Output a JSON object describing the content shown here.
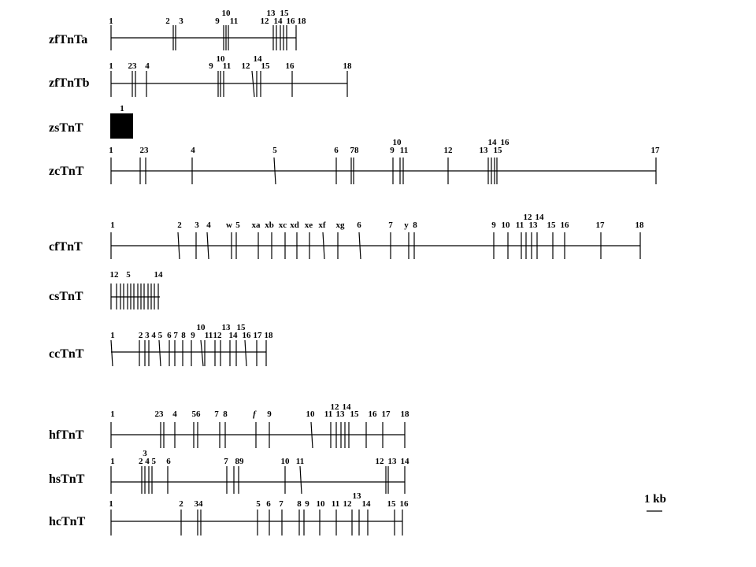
{
  "genes": [
    {
      "name": "zfTnTa",
      "labels": [
        {
          "text": "1",
          "upper": false
        },
        {
          "text": "2",
          "upper": false
        },
        {
          "text": "3",
          "upper": false
        },
        {
          "text": "9",
          "upper": false
        },
        {
          "text": "10",
          "upper": true
        },
        {
          "text": "11",
          "upper": false
        },
        {
          "text": "12",
          "upper": false
        },
        {
          "text": "13",
          "upper": true
        },
        {
          "text": "15",
          "upper": true
        },
        {
          "text": "14",
          "upper": false
        },
        {
          "text": "16",
          "upper": false
        },
        {
          "text": "18",
          "upper": false
        }
      ]
    },
    {
      "name": "zfTnTb",
      "labels": [
        {
          "text": "1",
          "upper": false
        },
        {
          "text": "23",
          "upper": false
        },
        {
          "text": "4",
          "upper": false
        },
        {
          "text": "10",
          "upper": true
        },
        {
          "text": "9",
          "upper": false
        },
        {
          "text": "11",
          "upper": false
        },
        {
          "text": "12",
          "upper": false
        },
        {
          "text": "14",
          "upper": true
        },
        {
          "text": "15",
          "upper": false
        },
        {
          "text": "16",
          "upper": false
        },
        {
          "text": "18",
          "upper": false
        }
      ]
    },
    {
      "name": "zsTnT",
      "labels": [
        {
          "text": "1",
          "upper": false
        }
      ]
    },
    {
      "name": "zcTnT",
      "labels": [
        {
          "text": "1",
          "upper": false
        },
        {
          "text": "23",
          "upper": false
        },
        {
          "text": "4",
          "upper": false
        },
        {
          "text": "5",
          "upper": false
        },
        {
          "text": "6",
          "upper": false
        },
        {
          "text": "78",
          "upper": false
        },
        {
          "text": "10",
          "upper": true
        },
        {
          "text": "9",
          "upper": false
        },
        {
          "text": "11",
          "upper": false
        },
        {
          "text": "12",
          "upper": false
        },
        {
          "text": "13",
          "upper": false
        },
        {
          "text": "15",
          "upper": false
        },
        {
          "text": "14",
          "upper": true
        },
        {
          "text": "16",
          "upper": true
        },
        {
          "text": "17",
          "upper": false
        }
      ]
    },
    {
      "name": "cfTnT",
      "labels": [
        {
          "text": "1",
          "upper": false
        },
        {
          "text": "2",
          "upper": false
        },
        {
          "text": "3",
          "upper": false
        },
        {
          "text": "4",
          "upper": false
        },
        {
          "text": "w",
          "upper": false
        },
        {
          "text": "5",
          "upper": false
        },
        {
          "text": "xa",
          "upper": false
        },
        {
          "text": "xb",
          "upper": false
        },
        {
          "text": "xc",
          "upper": false
        },
        {
          "text": "xd",
          "upper": false
        },
        {
          "text": "xe",
          "upper": false
        },
        {
          "text": "xf",
          "upper": false
        },
        {
          "text": "xg",
          "upper": false
        },
        {
          "text": "6",
          "upper": false
        },
        {
          "text": "7",
          "upper": false
        },
        {
          "text": "y",
          "upper": false
        },
        {
          "text": "8",
          "upper": false
        },
        {
          "text": "9",
          "upper": false
        },
        {
          "text": "10",
          "upper": false
        },
        {
          "text": "11",
          "upper": false
        },
        {
          "text": "12",
          "upper": true
        },
        {
          "text": "14",
          "upper": true
        },
        {
          "text": "13",
          "upper": false
        },
        {
          "text": "15",
          "upper": false
        },
        {
          "text": "16",
          "upper": false
        },
        {
          "text": "17",
          "upper": false
        },
        {
          "text": "18",
          "upper": false
        }
      ]
    },
    {
      "name": "csTnT",
      "labels": [
        {
          "text": "12",
          "upper": false
        },
        {
          "text": "5",
          "upper": false
        },
        {
          "text": "14",
          "upper": false
        }
      ]
    },
    {
      "name": "ccTnT",
      "labels": [
        {
          "text": "1",
          "upper": false
        },
        {
          "text": "2 3 4 5",
          "upper": false
        },
        {
          "text": "6 7",
          "upper": false
        },
        {
          "text": "8",
          "upper": false
        },
        {
          "text": "9",
          "upper": false
        },
        {
          "text": "10",
          "upper": true
        },
        {
          "text": "11",
          "upper": false
        },
        {
          "text": "12",
          "upper": false
        },
        {
          "text": "13",
          "upper": true
        },
        {
          "text": "15",
          "upper": true
        },
        {
          "text": "14",
          "upper": false
        },
        {
          "text": "16",
          "upper": false
        },
        {
          "text": "17",
          "upper": false
        },
        {
          "text": "18",
          "upper": false
        }
      ]
    },
    {
      "name": "hfTnT",
      "labels": [
        {
          "text": "1",
          "upper": false
        },
        {
          "text": "23",
          "upper": false
        },
        {
          "text": "4",
          "upper": false
        },
        {
          "text": "56",
          "upper": false
        },
        {
          "text": "7",
          "upper": false
        },
        {
          "text": "8",
          "upper": false
        },
        {
          "text": "f",
          "upper": false,
          "italic": true
        },
        {
          "text": "9",
          "upper": false
        },
        {
          "text": "10",
          "upper": false
        },
        {
          "text": "11",
          "upper": false
        },
        {
          "text": "12",
          "upper": true
        },
        {
          "text": "14",
          "upper": true
        },
        {
          "text": "13",
          "upper": false
        },
        {
          "text": "15",
          "upper": false
        },
        {
          "text": "16",
          "upper": false
        },
        {
          "text": "17",
          "upper": false
        },
        {
          "text": "18",
          "upper": false
        }
      ]
    },
    {
      "name": "hsTnT",
      "labels": [
        {
          "text": "1",
          "upper": false
        },
        {
          "text": "3",
          "upper": true
        },
        {
          "text": "2 4 5",
          "upper": false
        },
        {
          "text": "6",
          "upper": false
        },
        {
          "text": "7",
          "upper": false
        },
        {
          "text": "89",
          "upper": false
        },
        {
          "text": "10",
          "upper": false
        },
        {
          "text": "11",
          "upper": false
        },
        {
          "text": "12",
          "upper": false
        },
        {
          "text": "13",
          "upper": false
        },
        {
          "text": "14",
          "upper": false
        }
      ]
    },
    {
      "name": "hcTnT",
      "labels": [
        {
          "text": "1",
          "upper": false
        },
        {
          "text": "2",
          "upper": false
        },
        {
          "text": "34",
          "upper": false
        },
        {
          "text": "5",
          "upper": false
        },
        {
          "text": "6",
          "upper": false
        },
        {
          "text": "7",
          "upper": false
        },
        {
          "text": "8",
          "upper": false
        },
        {
          "text": "9",
          "upper": false
        },
        {
          "text": "10",
          "upper": false
        },
        {
          "text": "11",
          "upper": false
        },
        {
          "text": "12",
          "upper": false
        },
        {
          "text": "13",
          "upper": true
        },
        {
          "text": "14",
          "upper": false
        },
        {
          "text": "15",
          "upper": false
        },
        {
          "text": "16",
          "upper": false
        }
      ]
    }
  ],
  "scale_bar": {
    "label": "1 kb"
  }
}
